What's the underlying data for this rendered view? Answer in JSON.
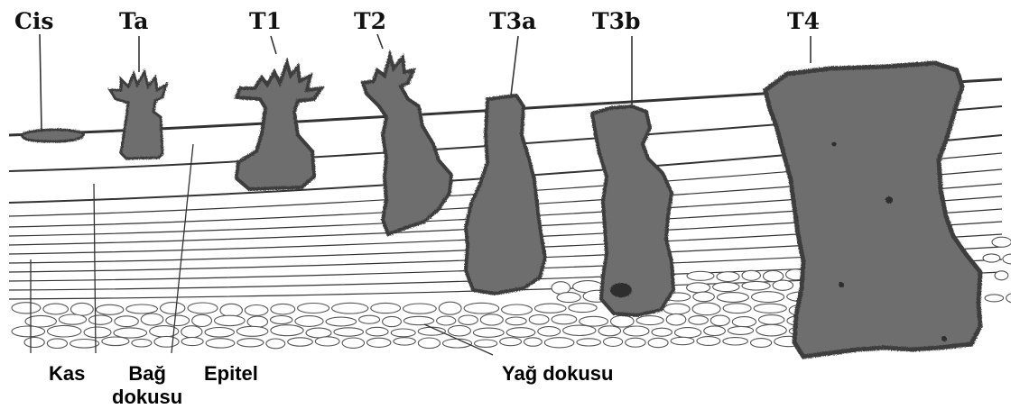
{
  "diagram": {
    "stages": [
      {
        "id": "cis",
        "label": "Cis"
      },
      {
        "id": "ta",
        "label": "Ta"
      },
      {
        "id": "t1",
        "label": "T1"
      },
      {
        "id": "t2",
        "label": "T2"
      },
      {
        "id": "t3a",
        "label": "T3a"
      },
      {
        "id": "t3b",
        "label": "T3b"
      },
      {
        "id": "t4",
        "label": "T4"
      }
    ],
    "tissue_layers": {
      "muscle": "Kas",
      "connective_line1": "Bağ",
      "connective_line2": "dokusu",
      "epithelium": "Epitel",
      "fat": "Yağ dokusu"
    },
    "colors": {
      "tumor_fill": "#6e6e6e",
      "tumor_rim": "#3c3c3c",
      "layer_lines": "#333333",
      "fat_cells": "#555555"
    }
  }
}
